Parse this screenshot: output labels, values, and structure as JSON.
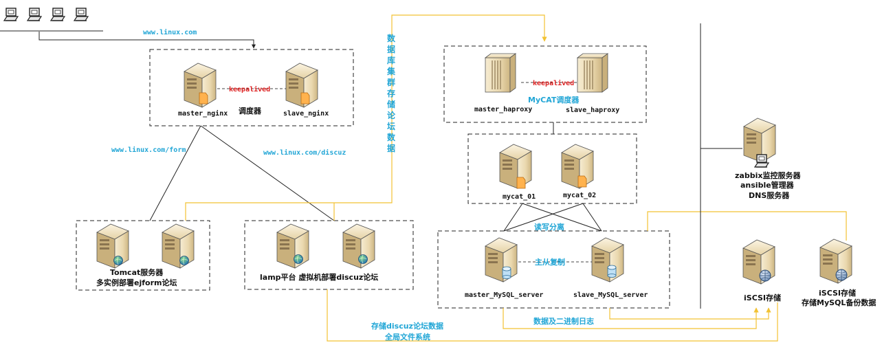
{
  "colors": {
    "line": "#222222",
    "storage_line": "#f2c233",
    "label_blue": "#22a6d6",
    "keepalived_red": "#dd2222"
  },
  "top_left": {
    "client_icons": [
      "desktop-computer-icon",
      "desktop-computer-icon",
      "desktop-computer-icon",
      "desktop-computer-icon"
    ],
    "url": "www.linux.com"
  },
  "lb_group": {
    "left": "master_nginx",
    "right": "slave_nginx",
    "role": "调度器",
    "link": "keepalived"
  },
  "routes": {
    "form": "www.linux.com/form",
    "discuz": "www.linux.com/discuz"
  },
  "tomcat_group": {
    "line1": "Tomcat服务器",
    "line2": "多实例部署ejform论坛"
  },
  "lamp_group": {
    "line1": "lamp平台  虚拟机部署discuz论坛"
  },
  "vertical_label": [
    "数",
    "据",
    "库",
    "集",
    "群",
    "存",
    "储",
    "论",
    "坛",
    "数",
    "据"
  ],
  "haproxy_group": {
    "left": "master_haproxy",
    "right": "slave_haproxy",
    "role": "MyCAT调度器",
    "link": "keepalived"
  },
  "mycat_group": {
    "left": "mycat_01",
    "right": "mycat_02"
  },
  "rw_split": "读写分离",
  "mysql_group": {
    "left": "master_MySQL_server",
    "right": "slave_MySQL_server",
    "link": "主从复制"
  },
  "binlog": "数据及二进制日志",
  "discuz_storage": {
    "line1": "存储discuz论坛数据",
    "line2": "全局文件系统"
  },
  "monitor": {
    "line1": "zabbix监控服务器",
    "line2": "ansible管理器",
    "line3": "DNS服务器"
  },
  "iscsi1": "iSCSI存储",
  "iscsi2": {
    "line1": "iSCSI存储",
    "line2": "存储MySQL备份数据"
  }
}
